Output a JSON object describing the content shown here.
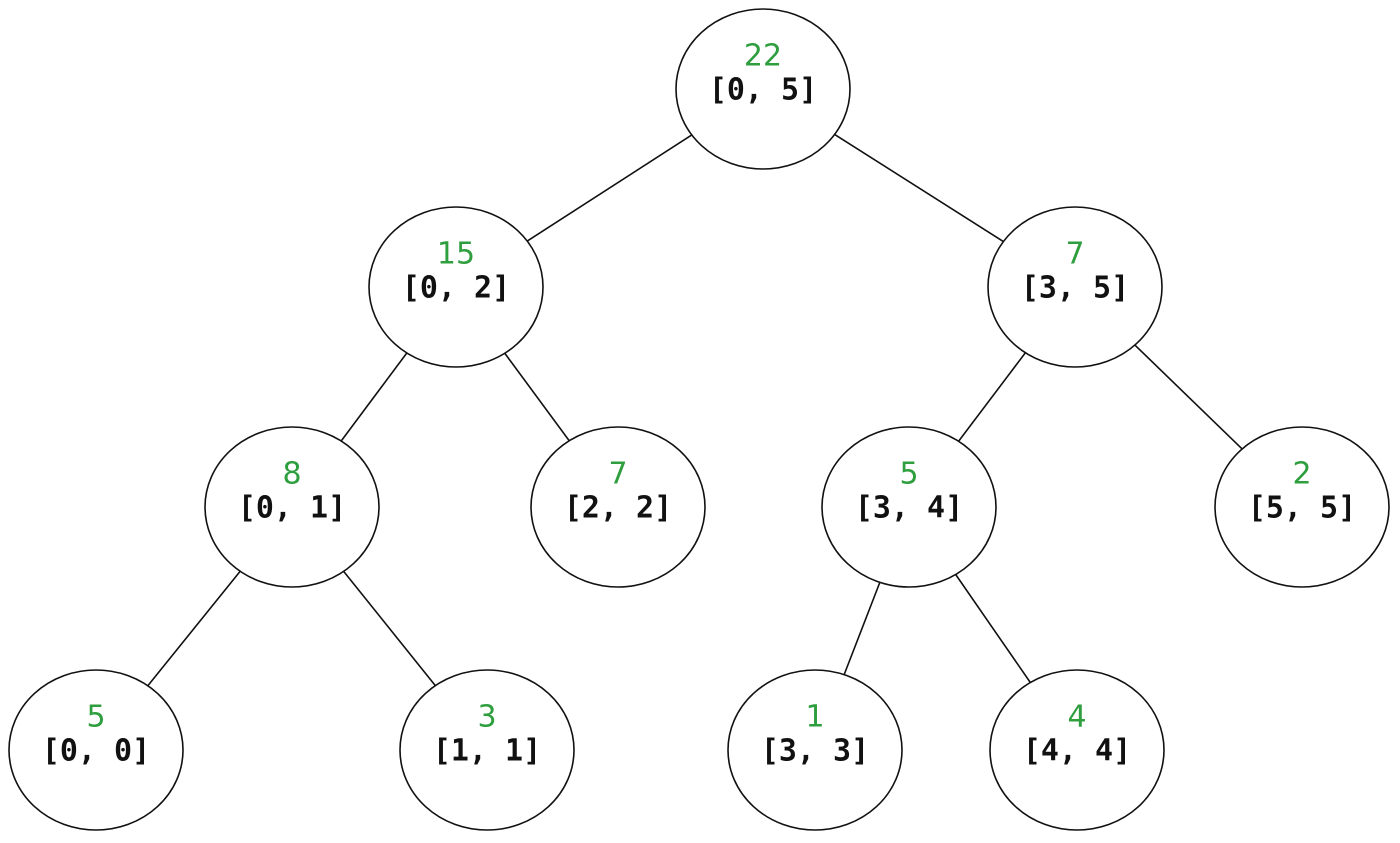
{
  "colors": {
    "value": "#2e9e3e",
    "range": "#111111",
    "stroke": "#111111"
  },
  "nodes": [
    {
      "id": "n-0-5",
      "value": "22",
      "range": "[0, 5]"
    },
    {
      "id": "n-0-2",
      "value": "15",
      "range": "[0, 2]"
    },
    {
      "id": "n-3-5",
      "value": "7",
      "range": "[3, 5]"
    },
    {
      "id": "n-0-1",
      "value": "8",
      "range": "[0, 1]"
    },
    {
      "id": "n-2-2",
      "value": "7",
      "range": "[2, 2]"
    },
    {
      "id": "n-3-4",
      "value": "5",
      "range": "[3, 4]"
    },
    {
      "id": "n-5-5",
      "value": "2",
      "range": "[5, 5]"
    },
    {
      "id": "n-0-0",
      "value": "5",
      "range": "[0, 0]"
    },
    {
      "id": "n-1-1",
      "value": "3",
      "range": "[1, 1]"
    },
    {
      "id": "n-3-3",
      "value": "1",
      "range": "[3, 3]"
    },
    {
      "id": "n-4-4",
      "value": "4",
      "range": "[4, 4]"
    }
  ],
  "edges": [
    {
      "from": "n-0-5",
      "to": "n-0-2"
    },
    {
      "from": "n-0-5",
      "to": "n-3-5"
    },
    {
      "from": "n-0-2",
      "to": "n-0-1"
    },
    {
      "from": "n-0-2",
      "to": "n-2-2"
    },
    {
      "from": "n-3-5",
      "to": "n-3-4"
    },
    {
      "from": "n-3-5",
      "to": "n-5-5"
    },
    {
      "from": "n-0-1",
      "to": "n-0-0"
    },
    {
      "from": "n-0-1",
      "to": "n-1-1"
    },
    {
      "from": "n-3-4",
      "to": "n-3-3"
    },
    {
      "from": "n-3-4",
      "to": "n-4-4"
    }
  ]
}
